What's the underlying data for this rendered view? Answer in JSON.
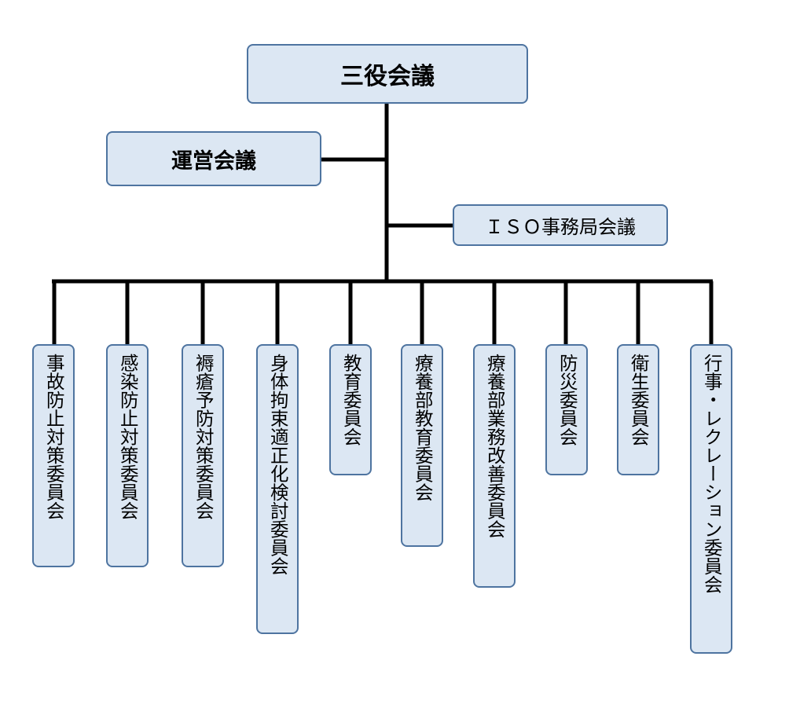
{
  "top": {
    "label": "三役会議"
  },
  "management": {
    "label": "運営会議"
  },
  "iso": {
    "label": "ＩＳＯ事務局会議"
  },
  "committees": [
    "事故防止対策委員会",
    "感染防止対策委員会",
    "褥瘡予防対策委員会",
    "身体拘束適正化検討委員会",
    "教育委員会",
    "療養部教育委員会",
    "療養部業務改善委員会",
    "防災委員会",
    "衛生委員会",
    "行事・レクレーション委員会"
  ],
  "colors": {
    "box_fill": "#dce7f3",
    "box_border": "#4e74a0",
    "connector": "#000000"
  }
}
